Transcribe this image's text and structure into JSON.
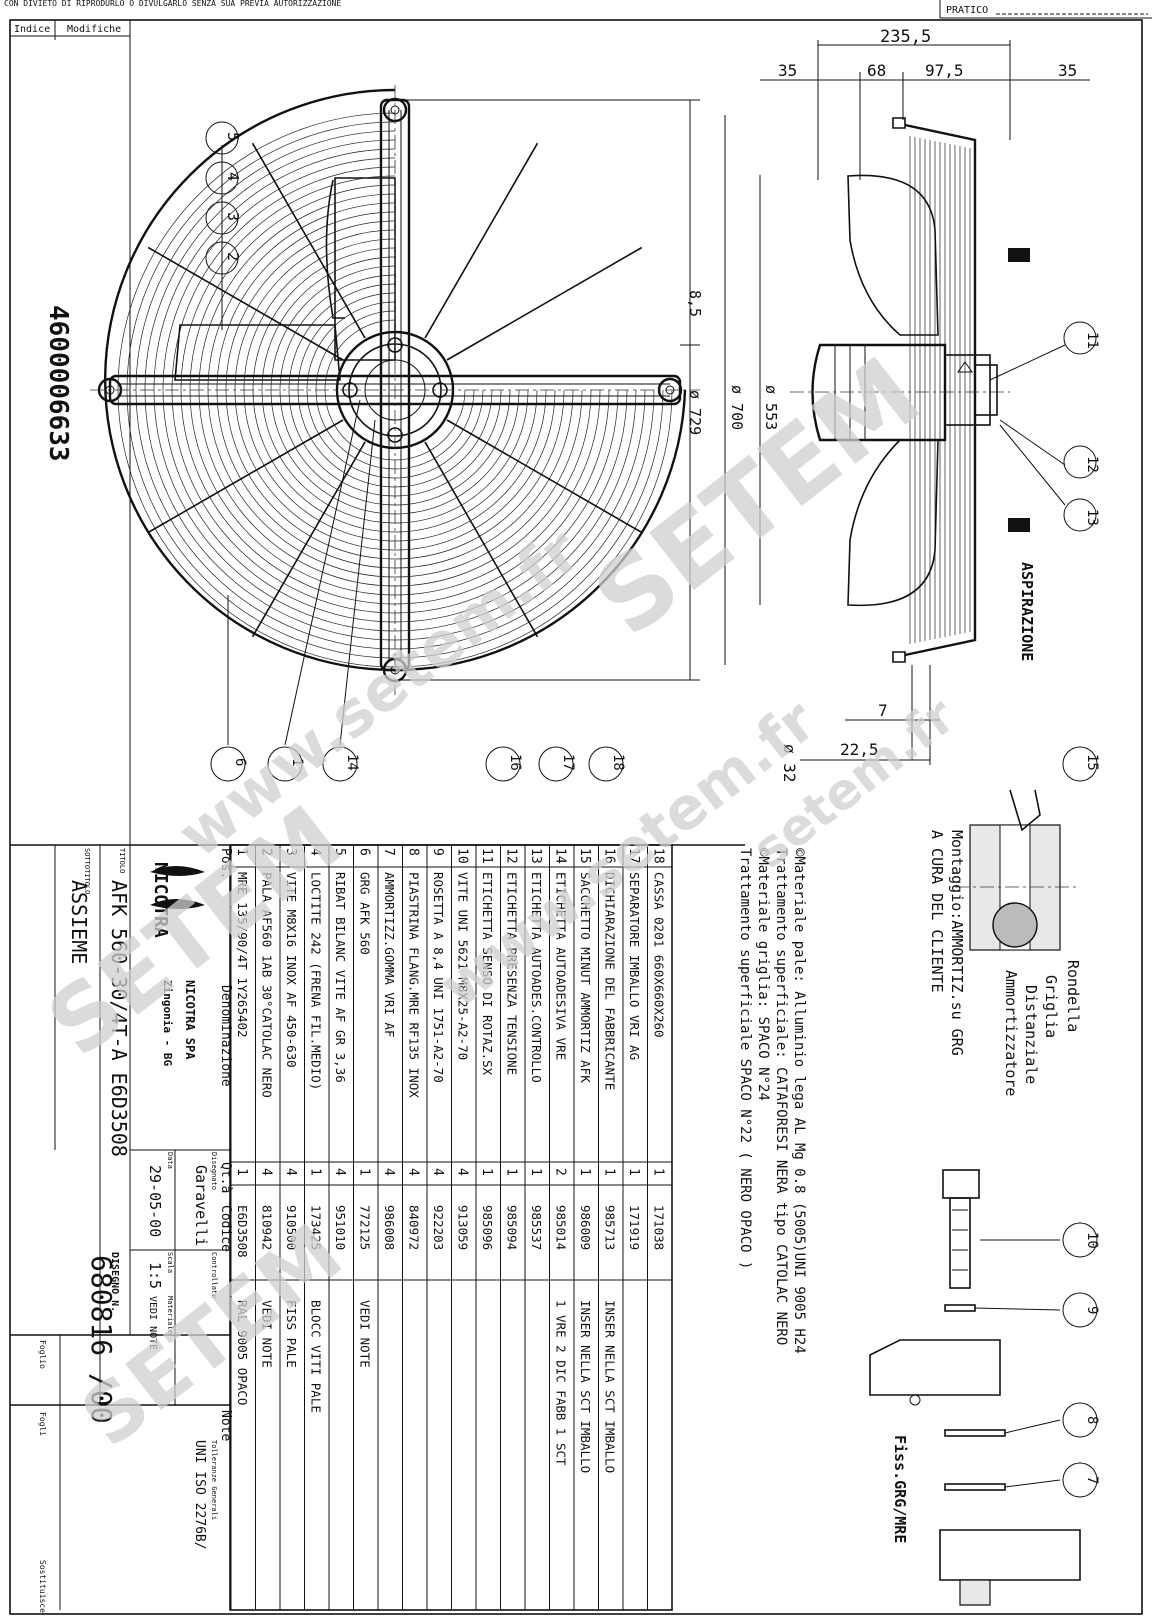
{
  "header": {
    "notice": "CON DIVIETO DI RIPRODURLO O DIVULGARLO SENZA SUA PREVIA AUTORIZZAZIONE",
    "pratico_label": "PRATICO",
    "indice_label": "Indice",
    "modifiche_label": "Modifiche"
  },
  "part_number": "4600006633",
  "dimensions": {
    "d235_5": "235,5",
    "d35_left": "35",
    "d68": "68",
    "d97_5": "97,5",
    "d35_right": "35",
    "d8_5": "8,5",
    "d729": "ø 729",
    "d700": "ø 700",
    "d553": "ø 553",
    "d7": "7",
    "d22_5": "22,5",
    "d32": "ø 32"
  },
  "aspirazione": "ASPIRAZIONE",
  "balloons_left": [
    "5",
    "4",
    "3",
    "2"
  ],
  "balloons_bottom": [
    "6",
    "1",
    "14",
    "16",
    "17",
    "18",
    "15"
  ],
  "balloons_right": [
    "11",
    "12",
    "13"
  ],
  "balloons_detail": [
    "10",
    "9",
    "8",
    "7"
  ],
  "detail": {
    "rondella": "Rondella",
    "griglia": "Griglia",
    "distanziale": "Distanziale",
    "ammortizzatore": "Ammortizzatore",
    "montaggio1": "Montaggio:AMMORTIZ.su GRG",
    "montaggio2": "A CURA DEL CLIENTE",
    "fiss": "Fiss.GRG/MRE"
  },
  "notes": [
    "©Materiale pale: Alluminio lega AL Mg 0.8 (5005)UNI 9005 H24",
    "  Trattamento superficiale: CATAFORESI NERA tipo CATOLAC NERO",
    "©Materiale griglia: SPACO N°24",
    "  Trattamento superficiale  SPACO  N°22 ( NERO OPACO )"
  ],
  "bom_header": {
    "pos": "Pos.",
    "denominazione": "Denominazione",
    "qta": "Qt.à",
    "codice": "Codice",
    "note": "Note"
  },
  "bom": [
    {
      "pos": "18",
      "den": "CASSA 0201 660X660X260",
      "qta": "1",
      "code": "171038",
      "note": ""
    },
    {
      "pos": "17",
      "den": "SEPARATORE IMBALLO VRI AG",
      "qta": "1",
      "code": "171919",
      "note": ""
    },
    {
      "pos": "16",
      "den": "DICHIARAZIONE DEL FABBRICANTE",
      "qta": "1",
      "code": "985713",
      "note": "INSER NELLA SCT IMBALLO"
    },
    {
      "pos": "15",
      "den": "SACCHETTO MINUT AMMORTIZ AFK",
      "qta": "1",
      "code": "986009",
      "note": "INSER NELLA SCT IMBALLO"
    },
    {
      "pos": "14",
      "den": "ETICHETTA AUTOADESIVA VRE",
      "qta": "2",
      "code": "985014",
      "note": "1 VRE 2 DIC FABB 1 SCT"
    },
    {
      "pos": "13",
      "den": "ETICHETTA AUTOADES.CONTROLLO",
      "qta": "1",
      "code": "985537",
      "note": ""
    },
    {
      "pos": "12",
      "den": "ETICHETTA PRESENZA TENSIONE",
      "qta": "1",
      "code": "985094",
      "note": ""
    },
    {
      "pos": "11",
      "den": "ETICHETTA SENSO DI ROTAZ.SX",
      "qta": "1",
      "code": "985096",
      "note": ""
    },
    {
      "pos": "10",
      "den": "VITE UNI 5621 M8X25-A2-70",
      "qta": "4",
      "code": "913059",
      "note": ""
    },
    {
      "pos": "9",
      "den": "ROSETTA A 8,4 UNI 1751-A2-70",
      "qta": "4",
      "code": "922203",
      "note": ""
    },
    {
      "pos": "8",
      "den": "PIASTRINA FLANG.MRE RF135 INOX",
      "qta": "4",
      "code": "840972",
      "note": ""
    },
    {
      "pos": "7",
      "den": "AMMORTIZZ.GOMMA VRI AF",
      "qta": "4",
      "code": "986008",
      "note": ""
    },
    {
      "pos": "6",
      "den": "GRG AFK 560",
      "qta": "1",
      "code": "772125",
      "note": "VEDI NOTE"
    },
    {
      "pos": "5",
      "den": "RIBAT BILANC VITE AF GR 3,36",
      "qta": "4",
      "code": "951010",
      "note": ""
    },
    {
      "pos": "4",
      "den": "LOCTITE 242 (FRENA FIL.MEDIO)",
      "qta": "1",
      "code": "173425",
      "note": "BLOCC VITI PALE"
    },
    {
      "pos": "3",
      "den": "VITE M8X16 INOX AF 450-630",
      "qta": "4",
      "code": "910500",
      "note": "FISS PALE"
    },
    {
      "pos": "2",
      "den": "PALA AF560 1AB 30°CATOLAC NERO",
      "qta": "4",
      "code": "810942",
      "note": "VEDI NOTE"
    },
    {
      "pos": "1",
      "den": "MRE 135/90/4T 1Y265402",
      "qta": "1",
      "code": "E6D3508",
      "note": "RAL 9005 OPACO"
    }
  ],
  "title_block": {
    "company": "NICOTRA",
    "company_full": "NICOTRA SPA",
    "location": "Zingonia - BG",
    "titolo_label": "TITOLO",
    "title": "AFK 560-30/4T-A E6D3508",
    "sottotitolo_label": "SOTTOTITOLO",
    "subtitle": "ASSIEME",
    "disegnato_label": "Disegnato",
    "disegnato": "Garavelli",
    "controllato_label": "Controllato",
    "data_label": "Data",
    "data": "29-05-00",
    "scala_label": "Scala",
    "scala": "1:5",
    "materiale_label": "Materiale",
    "materiale": "VEDI NOTE",
    "tolleranze_label": "Tolleranze Generali",
    "tolleranze": "UNI ISO 2276B/",
    "foglio_label": "Foglio",
    "fogli_label": "Fogli",
    "disegno_label": "DISEGNO N.",
    "disegno": "680816 /00",
    "sostituisce_label": "Sostituisce il"
  },
  "watermarks": [
    "www.setem.fr",
    "SETEM",
    "SETEM",
    "www.setem.fr",
    "setem.fr",
    "SETEM"
  ]
}
